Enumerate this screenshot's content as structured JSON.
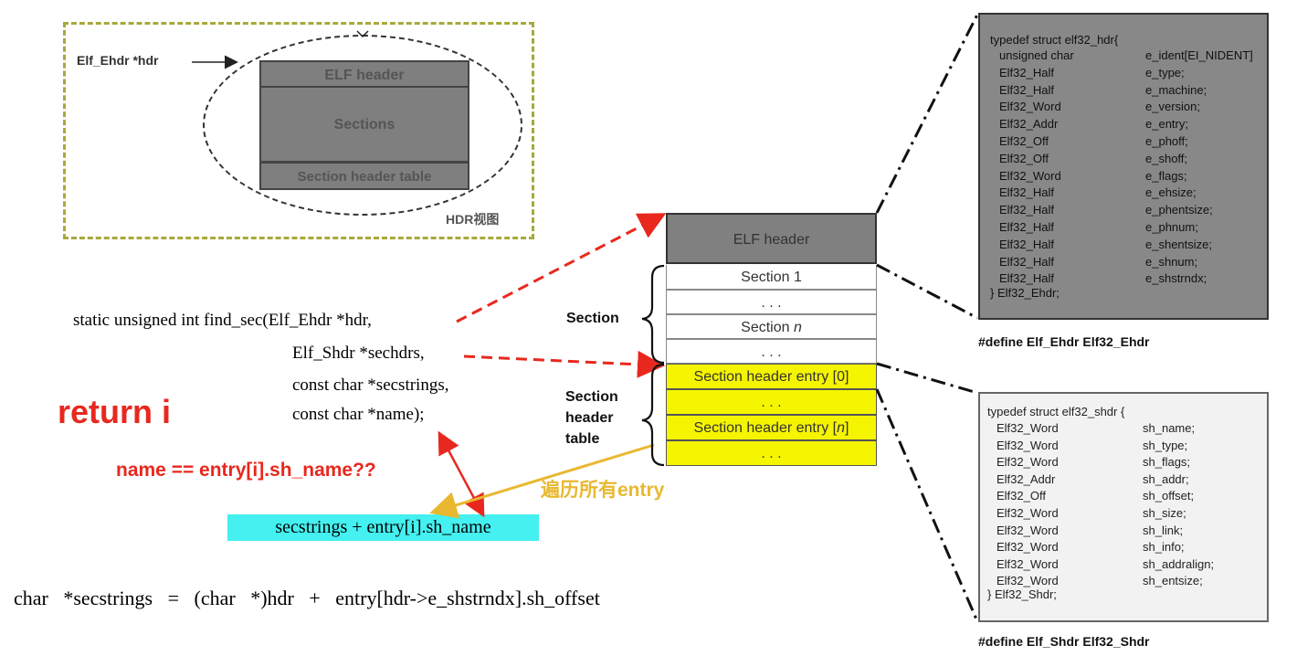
{
  "hdr_view": {
    "pointer_label": "Elf_Ehdr *hdr",
    "elf_header": "ELF header",
    "sections": "Sections",
    "section_header_table": "Section header table",
    "view_label": "HDR视图"
  },
  "code": {
    "line1": "static unsigned int find_sec(Elf_Ehdr *hdr,",
    "line2": "Elf_Shdr *sechdrs,",
    "line3": "const char *secstrings,",
    "line4": "const char *name);",
    "return_label": "return i",
    "compare_label": "name == entry[i].sh_name??",
    "secstrings_expr": "secstrings + entry[i].sh_name",
    "secstrings_def": "char   *secstrings   =   (char   *)hdr   +   entry[hdr->e_shstrndx].sh_offset",
    "traverse_label": "遍历所有entry"
  },
  "stack": {
    "elf_header": "ELF header",
    "section_1": "Section 1",
    "dots": ". . .",
    "section_n_prefix": "Section ",
    "section_n_var": "n",
    "sht_entry0": "Section header entry [0]",
    "sht_entryn_prefix": "Section header entry [",
    "sht_entryn_var": "n",
    "sht_entryn_suffix": "]",
    "section_brace_label": "Section",
    "sht_brace_label_1": "Section",
    "sht_brace_label_2": "header",
    "sht_brace_label_3": "table"
  },
  "ehdr_struct": {
    "head": "typedef struct elf32_hdr{",
    "rows": [
      [
        "unsigned char",
        "e_ident[EI_NIDENT]"
      ],
      [
        "Elf32_Half",
        "e_type;"
      ],
      [
        "Elf32_Half",
        "e_machine;"
      ],
      [
        "Elf32_Word",
        "e_version;"
      ],
      [
        "Elf32_Addr",
        "e_entry;"
      ],
      [
        "Elf32_Off",
        "e_phoff;"
      ],
      [
        "Elf32_Off",
        "e_shoff;"
      ],
      [
        "Elf32_Word",
        "e_flags;"
      ],
      [
        "Elf32_Half",
        "e_ehsize;"
      ],
      [
        "Elf32_Half",
        "e_phentsize;"
      ],
      [
        "Elf32_Half",
        "e_phnum;"
      ],
      [
        "Elf32_Half",
        "e_shentsize;"
      ],
      [
        "Elf32_Half",
        "e_shnum;"
      ],
      [
        "Elf32_Half",
        "e_shstrndx;"
      ]
    ],
    "tail": "} Elf32_Ehdr;",
    "define": "#define Elf_Ehdr Elf32_Ehdr"
  },
  "shdr_struct": {
    "head": "typedef struct elf32_shdr {",
    "rows": [
      [
        "Elf32_Word",
        "sh_name;"
      ],
      [
        "Elf32_Word",
        "sh_type;"
      ],
      [
        "Elf32_Word",
        "sh_flags;"
      ],
      [
        "Elf32_Addr",
        "sh_addr;"
      ],
      [
        "Elf32_Off",
        "sh_offset;"
      ],
      [
        "Elf32_Word",
        "sh_size;"
      ],
      [
        "Elf32_Word",
        "sh_link;"
      ],
      [
        "Elf32_Word",
        "sh_info;"
      ],
      [
        "Elf32_Word",
        "sh_addralign;"
      ],
      [
        "Elf32_Word",
        "sh_entsize;"
      ]
    ],
    "tail": "} Elf32_Shdr;",
    "define": "#define Elf_Shdr Elf32_Shdr"
  },
  "colors": {
    "red": "#e8281e",
    "orange": "#e8b830",
    "yellow": "#f5f500",
    "cyan": "#44f0f0",
    "olive": "#a8a83a"
  }
}
